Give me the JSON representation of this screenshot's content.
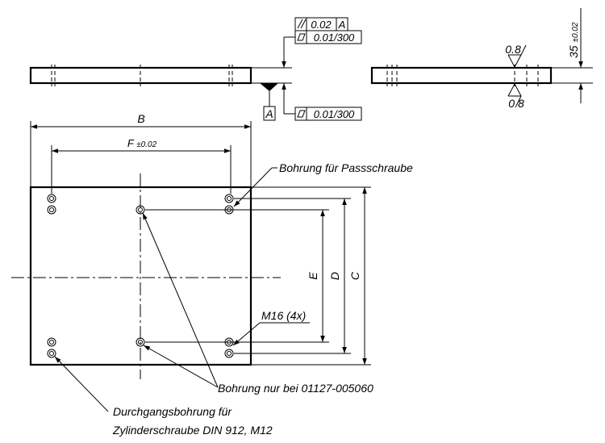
{
  "tolerances": {
    "parallelism": {
      "value": "0.02",
      "datum": "A"
    },
    "flatness_top": "0.01/300",
    "flatness_bottom": "0.01/300",
    "datum_label": "A"
  },
  "thickness": {
    "value": "35",
    "tol": "±0.02"
  },
  "roughness": {
    "top": "0.8",
    "bottom": "0.8"
  },
  "dimensions": {
    "B": "B",
    "F": "F",
    "F_tol": "±0.02",
    "C": "C",
    "D": "D",
    "E": "E"
  },
  "callouts": {
    "fitting_bolt_hole": "Bohrung für Passschraube",
    "thread": "M16 (4x)",
    "bore_only": "Bohrung nur bei 01127-005060",
    "through_hole_line1": "Durchgangsbohrung für",
    "through_hole_line2": "Zylinderschraube DIN 912, M12"
  }
}
